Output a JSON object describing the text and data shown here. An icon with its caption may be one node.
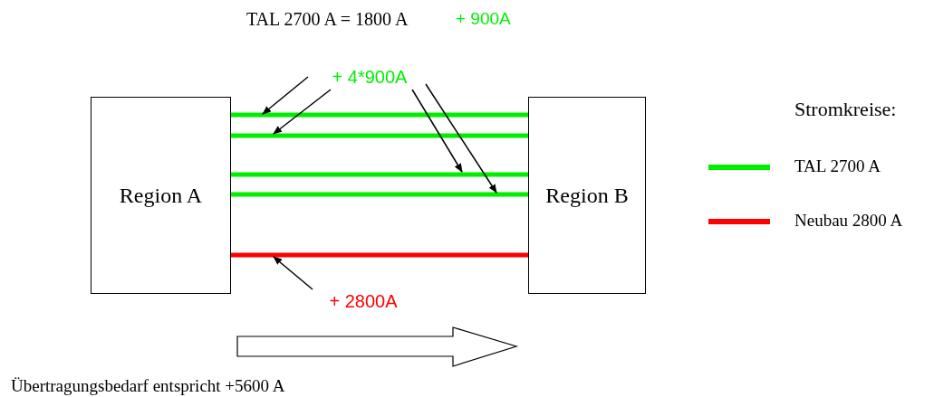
{
  "diagram": {
    "nodes": [
      {
        "text": [
          "Region A"
        ]
      },
      {
        "text": [
          "Region B"
        ]
      },
      {
        "text": [
          "+ 4*900A"
        ]
      },
      {
        "text": [
          "+ 2800A"
        ]
      }
    ],
    "edges": [
      {
        "from": 0,
        "to": 1,
        "arrow": "none",
        "style": "thick",
        "color": "#00ee00"
      },
      {
        "from": 0,
        "to": 1,
        "arrow": "none",
        "style": "thick",
        "color": "#00ee00"
      },
      {
        "from": 0,
        "to": 1,
        "arrow": "none",
        "style": "thick",
        "color": "#00ee00"
      },
      {
        "from": 0,
        "to": 1,
        "arrow": "none",
        "style": "thick",
        "color": "#00ee00"
      },
      {
        "from": 0,
        "to": 1,
        "arrow": "none",
        "style": "thick",
        "color": "#ff0000"
      },
      {
        "from": 2,
        "to": null,
        "arrow": "to"
      },
      {
        "from": 2,
        "to": null,
        "arrow": "to"
      },
      {
        "from": 2,
        "to": null,
        "arrow": "to"
      },
      {
        "from": 2,
        "to": null,
        "arrow": "to"
      },
      {
        "from": 3,
        "to": null,
        "arrow": "to"
      }
    ],
    "labels": [
      "TAL 2700 A = 1800 A",
      "+ 900A",
      "Stromkreise:",
      "Übertragungsbedarf entspricht +5600 A"
    ],
    "legend": [
      {
        "text": "TAL 2700 A",
        "color": "#00ee00"
      },
      {
        "text": "Neubau 2800 A",
        "color": "#ff0000"
      }
    ]
  }
}
